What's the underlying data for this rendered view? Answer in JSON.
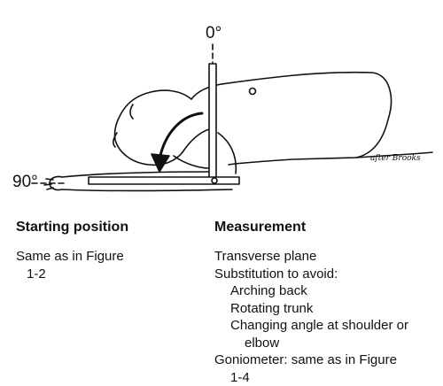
{
  "figure": {
    "angle_top": "0°",
    "angle_left": "90°",
    "signature": "after Brooks"
  },
  "left_column": {
    "heading": "Starting position",
    "lines": [
      "Same as in Figure",
      "1-2"
    ]
  },
  "right_column": {
    "heading": "Measurement",
    "lines": [
      "Transverse plane",
      "Substitution to avoid:",
      "Arching back",
      "Rotating trunk",
      "Changing angle at shoulder or",
      "elbow",
      "Goniometer: same as in Figure",
      "1-4"
    ]
  }
}
